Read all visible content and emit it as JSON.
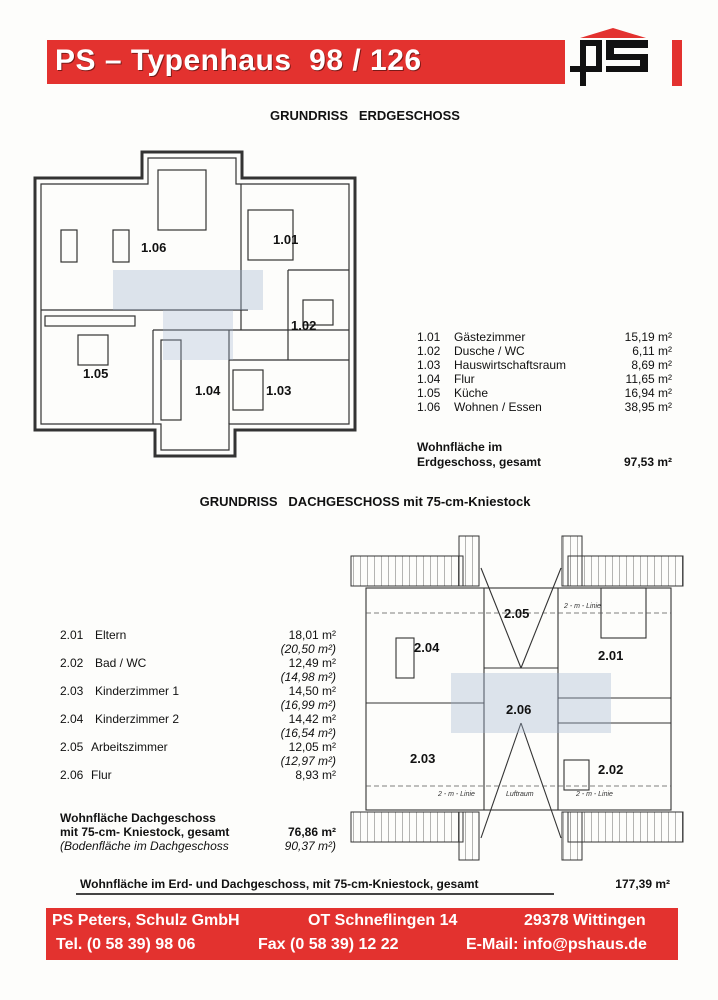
{
  "header": {
    "title": "PS – Typenhaus  98 / 126",
    "logo_text": "PS"
  },
  "ground_floor": {
    "heading": "GRUNDRISS   ERDGESCHOSS",
    "plan_labels": [
      "1.06",
      "1.01",
      "1.02",
      "1.05",
      "1.04",
      "1.03"
    ],
    "rooms": [
      {
        "no": "1.01",
        "name": "Gästezimmer",
        "area": "15,19 m²"
      },
      {
        "no": "1.02",
        "name": "Dusche / WC",
        "area": "6,11 m²"
      },
      {
        "no": "1.03",
        "name": "Hauswirtschaftsraum",
        "area": "8,69 m²"
      },
      {
        "no": "1.04",
        "name": "Flur",
        "area": "11,65 m²"
      },
      {
        "no": "1.05",
        "name": "Küche",
        "area": "16,94 m²"
      },
      {
        "no": "1.06",
        "name": "Wohnen / Essen",
        "area": "38,95 m²"
      }
    ],
    "total_label_1": "Wohnfläche im",
    "total_label_2": "Erdgeschoss, gesamt",
    "total_value": "97,53 m²"
  },
  "upper_floor": {
    "heading": "GRUNDRISS   DACHGESCHOSS mit 75-cm-Kniestock",
    "plan_labels": [
      "2.05",
      "2.04",
      "2.01",
      "2.06",
      "2.03",
      "2.02"
    ],
    "line_label": "2 - m - Linie",
    "void_label": "Luftraum",
    "rooms": [
      {
        "no": "2.01",
        "name": "Eltern",
        "area": "18,01 m²",
        "floor_area": "(20,50 m²)"
      },
      {
        "no": "2.02",
        "name": "Bad / WC",
        "area": "12,49 m²",
        "floor_area": "(14,98 m²)"
      },
      {
        "no": "2.03",
        "name": "Kinderzimmer 1",
        "area": "14,50 m²",
        "floor_area": "(16,99 m²)"
      },
      {
        "no": "2.04",
        "name": "Kinderzimmer 2",
        "area": "14,42 m²",
        "floor_area": "(16,54 m²)"
      },
      {
        "no": "2.05",
        "name": "Arbeitszimmer",
        "area": "12,05 m²",
        "floor_area": "(12,97 m²)"
      },
      {
        "no": "2.06",
        "name": "Flur",
        "area": "8,93 m²"
      }
    ],
    "total_label_1": "Wohnfläche Dachgeschoss",
    "total_label_2": "mit 75-cm- Kniestock, gesamt",
    "total_value": "76,86 m²",
    "floor_label": "(Bodenfläche im Dachgeschoss",
    "floor_value": "90,37 m²)"
  },
  "grand_total": {
    "label": "Wohnfläche im Erd- und Dachgeschoss, mit 75-cm-Kniestock, gesamt",
    "value": "177,39 m²"
  },
  "footer": {
    "company": "PS Peters, Schulz GmbH",
    "street": "OT Schneflingen 14",
    "city": "29378 Wittingen",
    "phone": "Tel. (0 58 39) 98 06",
    "fax": "Fax (0 58 39) 12 22",
    "email": "E-Mail: info@pshaus.de"
  },
  "colors": {
    "brand_red": "#e3322f",
    "plan_blue": "#9fb3cf"
  }
}
